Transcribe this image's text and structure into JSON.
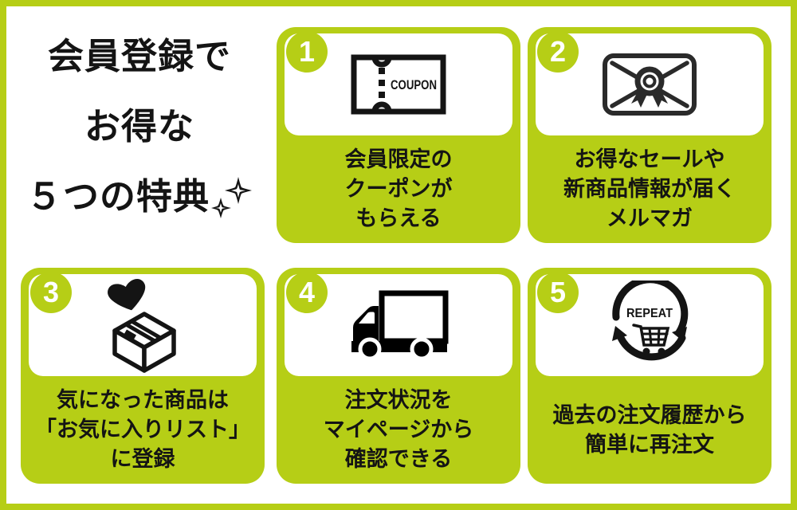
{
  "colors": {
    "accent_green": "#b6ce16",
    "text_black": "#141414",
    "panel_white": "#ffffff"
  },
  "title": {
    "line1": "会員登録で",
    "line2": "お得な",
    "line3": "５つの特典",
    "decoration": "sparkles-icon"
  },
  "cards": [
    {
      "number": "1",
      "icon": "coupon-icon",
      "icon_text": "COUPON",
      "text_lines": [
        "会員限定の",
        "クーポンが",
        "もらえる"
      ]
    },
    {
      "number": "2",
      "icon": "sealed-envelope-icon",
      "text_lines": [
        "お得なセールや",
        "新商品情報が届く",
        "メルマガ"
      ]
    },
    {
      "number": "3",
      "icon": "heart-into-box-icon",
      "text_lines": [
        "気になった商品は",
        "「お気に入りリスト」",
        "に登録"
      ]
    },
    {
      "number": "4",
      "icon": "delivery-truck-icon",
      "text_lines": [
        "注文状況を",
        "マイページから",
        "確認できる"
      ]
    },
    {
      "number": "5",
      "icon": "repeat-cart-icon",
      "icon_text": "REPEAT",
      "text_lines": [
        "過去の注文履歴から",
        "簡単に再注文"
      ]
    }
  ]
}
